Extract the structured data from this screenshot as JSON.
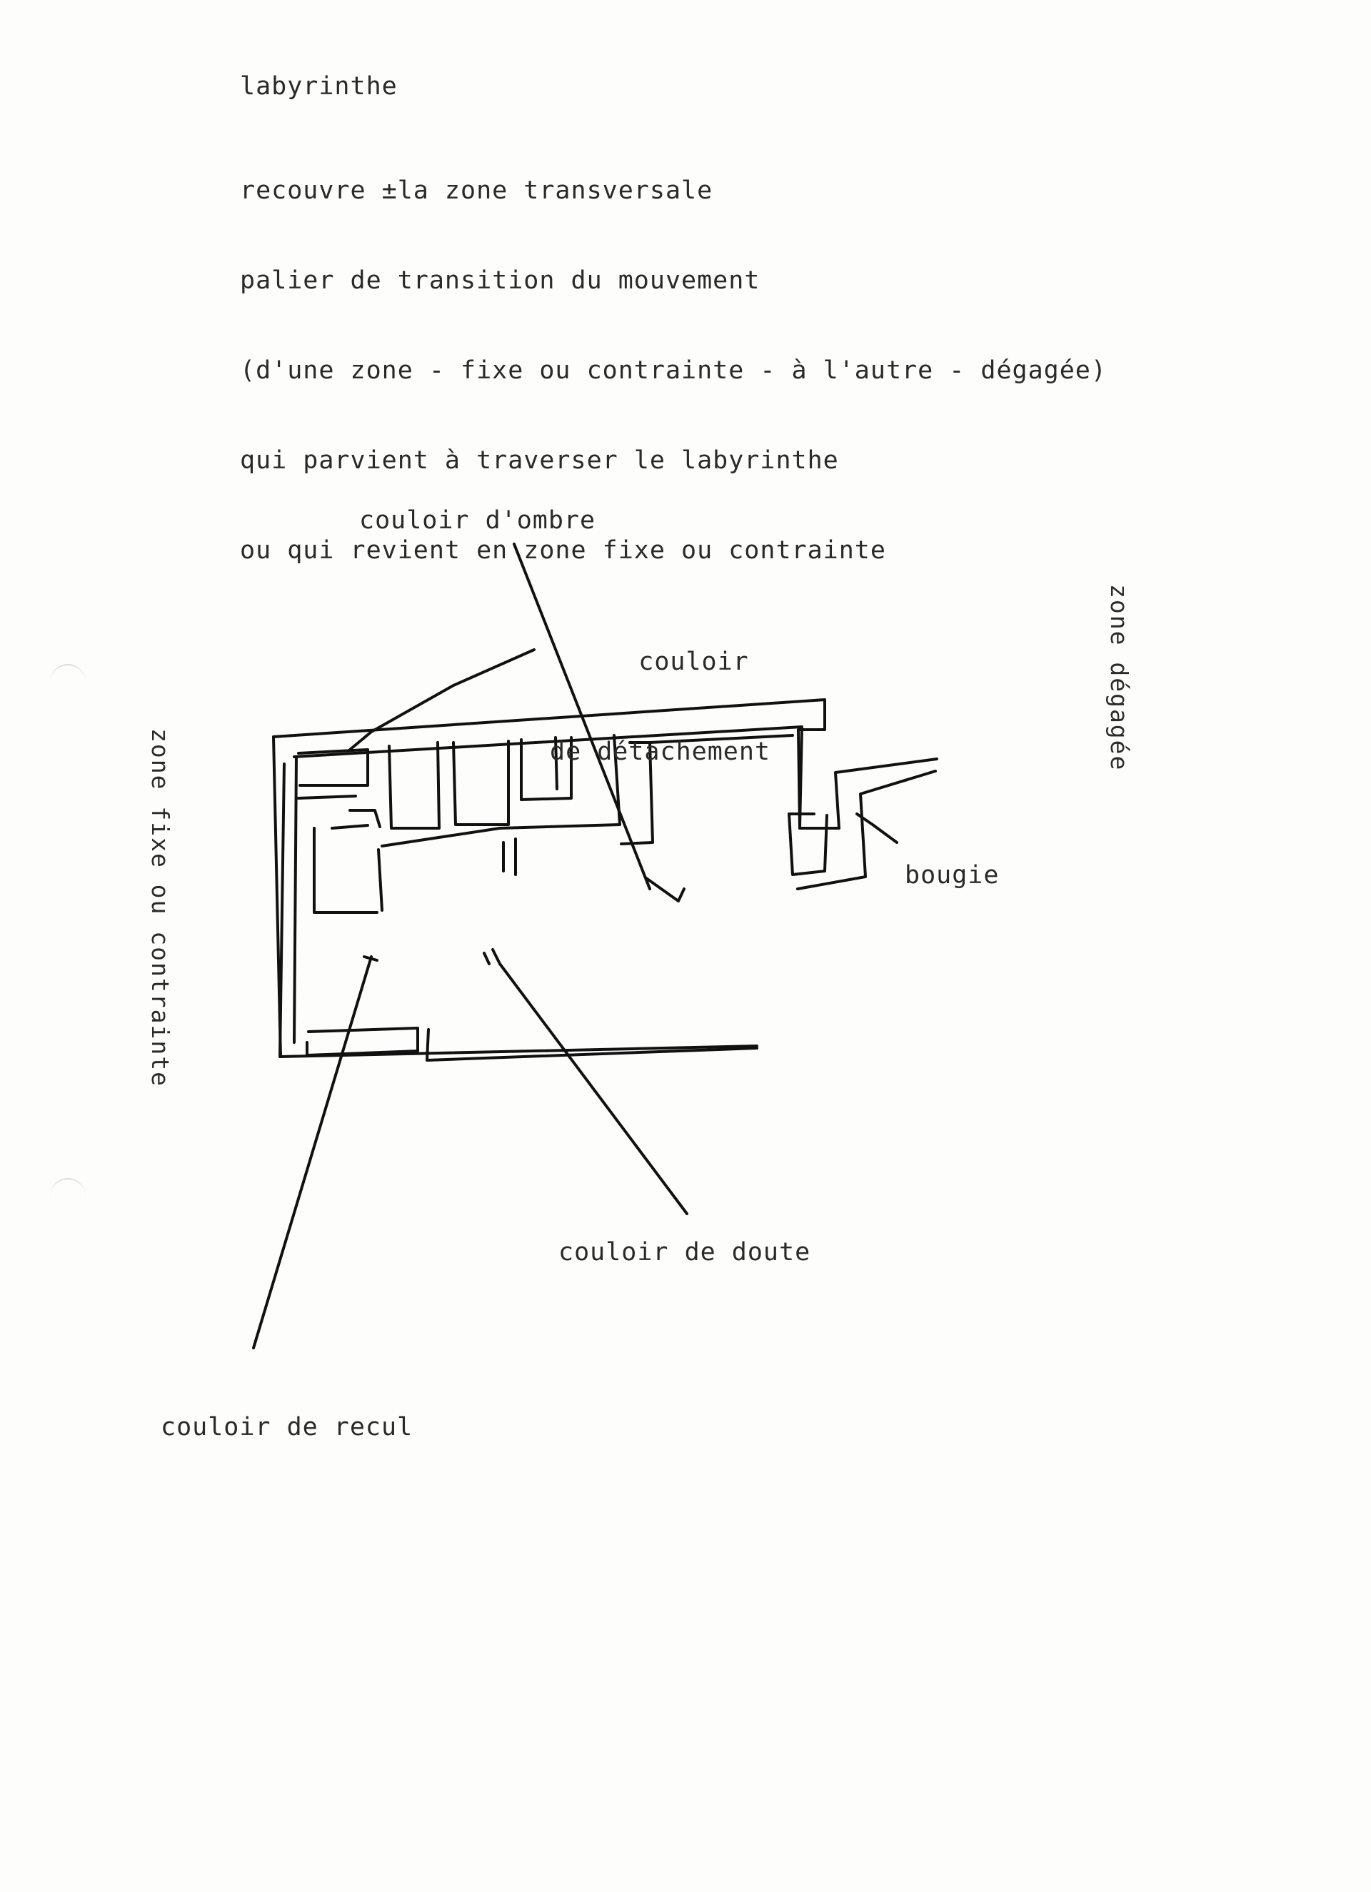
{
  "title": "labyrinthe",
  "intro_lines": [
    "recouvre ±la zone transversale",
    "palier de transition du mouvement",
    "(d'une zone - fixe ou contrainte - à l'autre - dégagée)",
    "qui parvient à traverser le labyrinthe",
    "ou qui revient en zone fixe ou contrainte"
  ],
  "labels": {
    "ombre": "couloir d'ombre",
    "detachement_line1": "couloir",
    "detachement_line2": "de détachement",
    "bougie": "bougie",
    "doute": "couloir de doute",
    "recul": "couloir de recul"
  },
  "side_labels": {
    "left": "zone fixe ou contrainte",
    "right": "zone dégagée"
  }
}
